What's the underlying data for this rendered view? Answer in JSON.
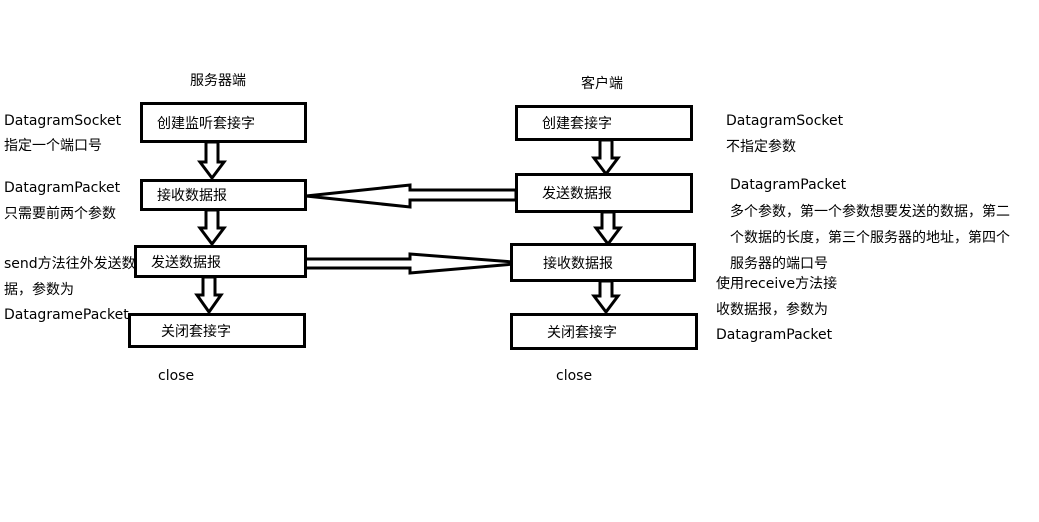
{
  "server": {
    "title": "服务器端",
    "steps": [
      "创建监听套接字",
      "接收数据报",
      "发送数据报",
      "关闭套接字"
    ],
    "close_label": "close",
    "notes": [
      [
        "DatagramSocket",
        "指定一个端口号"
      ],
      [
        "DatagramPacket",
        "只需要前两个参数"
      ],
      [
        "send方法往外发送数",
        "据，参数为",
        "DatagramePacket"
      ]
    ]
  },
  "client": {
    "title": "客户端",
    "steps": [
      "创建套接字",
      "发送数据报",
      "接收数据报",
      "关闭套接字"
    ],
    "close_label": "close",
    "notes": [
      [
        "DatagramSocket",
        "不指定参数"
      ],
      [
        "DatagramPacket",
        "多个参数，第一个参数想要发送的数据，第二",
        "个数据的长度，第三个服务器的地址，第四个",
        "服务器的端口号"
      ],
      [
        "使用receive方法接",
        "收数据报，参数为",
        "DatagramPacket"
      ]
    ]
  }
}
